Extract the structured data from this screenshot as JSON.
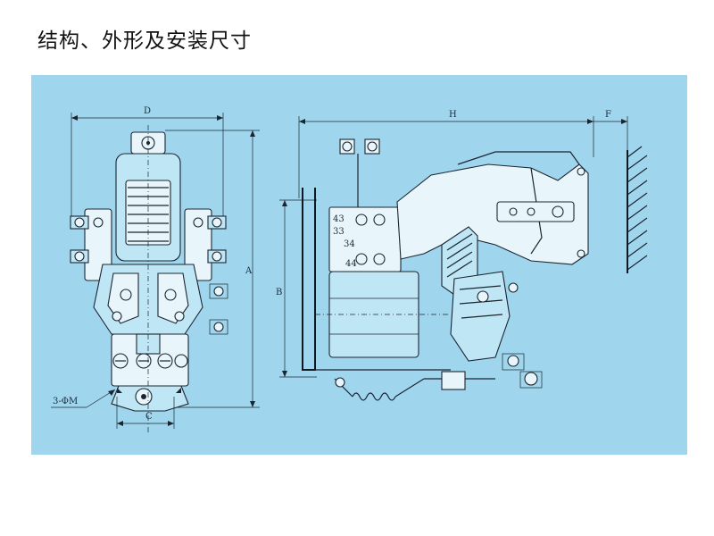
{
  "page": {
    "title": "结构、外形及安装尺寸"
  },
  "colors": {
    "panel_background": "#9fd6ee",
    "line": "#1c2430",
    "page_background": "#ffffff"
  },
  "drawing": {
    "dimensions": {
      "D": "D",
      "A": "A",
      "C": "C",
      "H": "H",
      "F": "F",
      "B": "B",
      "hole_callout": "3-ΦM"
    },
    "terminal_labels": {
      "t43": "43",
      "t33": "33",
      "t34": "34",
      "t44": "44"
    }
  }
}
